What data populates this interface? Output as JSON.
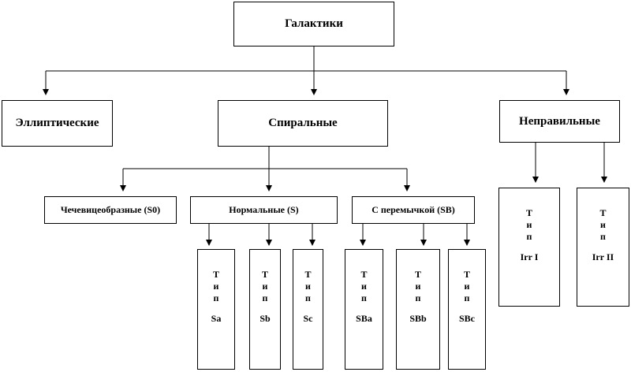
{
  "root": "Галактики",
  "level1": {
    "elliptical": "Эллиптические",
    "spiral": "Спиральные",
    "irregular": "Неправильные"
  },
  "spiral_types": {
    "lenticular": "Чечевицеобразные (S0)",
    "normal": "Нормальные (S)",
    "barred": "С перемычкой (SB)"
  },
  "type_word": [
    "Т",
    "и",
    "п"
  ],
  "normal_types": [
    "Sa",
    "Sb",
    "Sc"
  ],
  "barred_types": [
    "SBa",
    "SBb",
    "SBc"
  ],
  "irregular_types": [
    "Irr I",
    "Irr II"
  ]
}
